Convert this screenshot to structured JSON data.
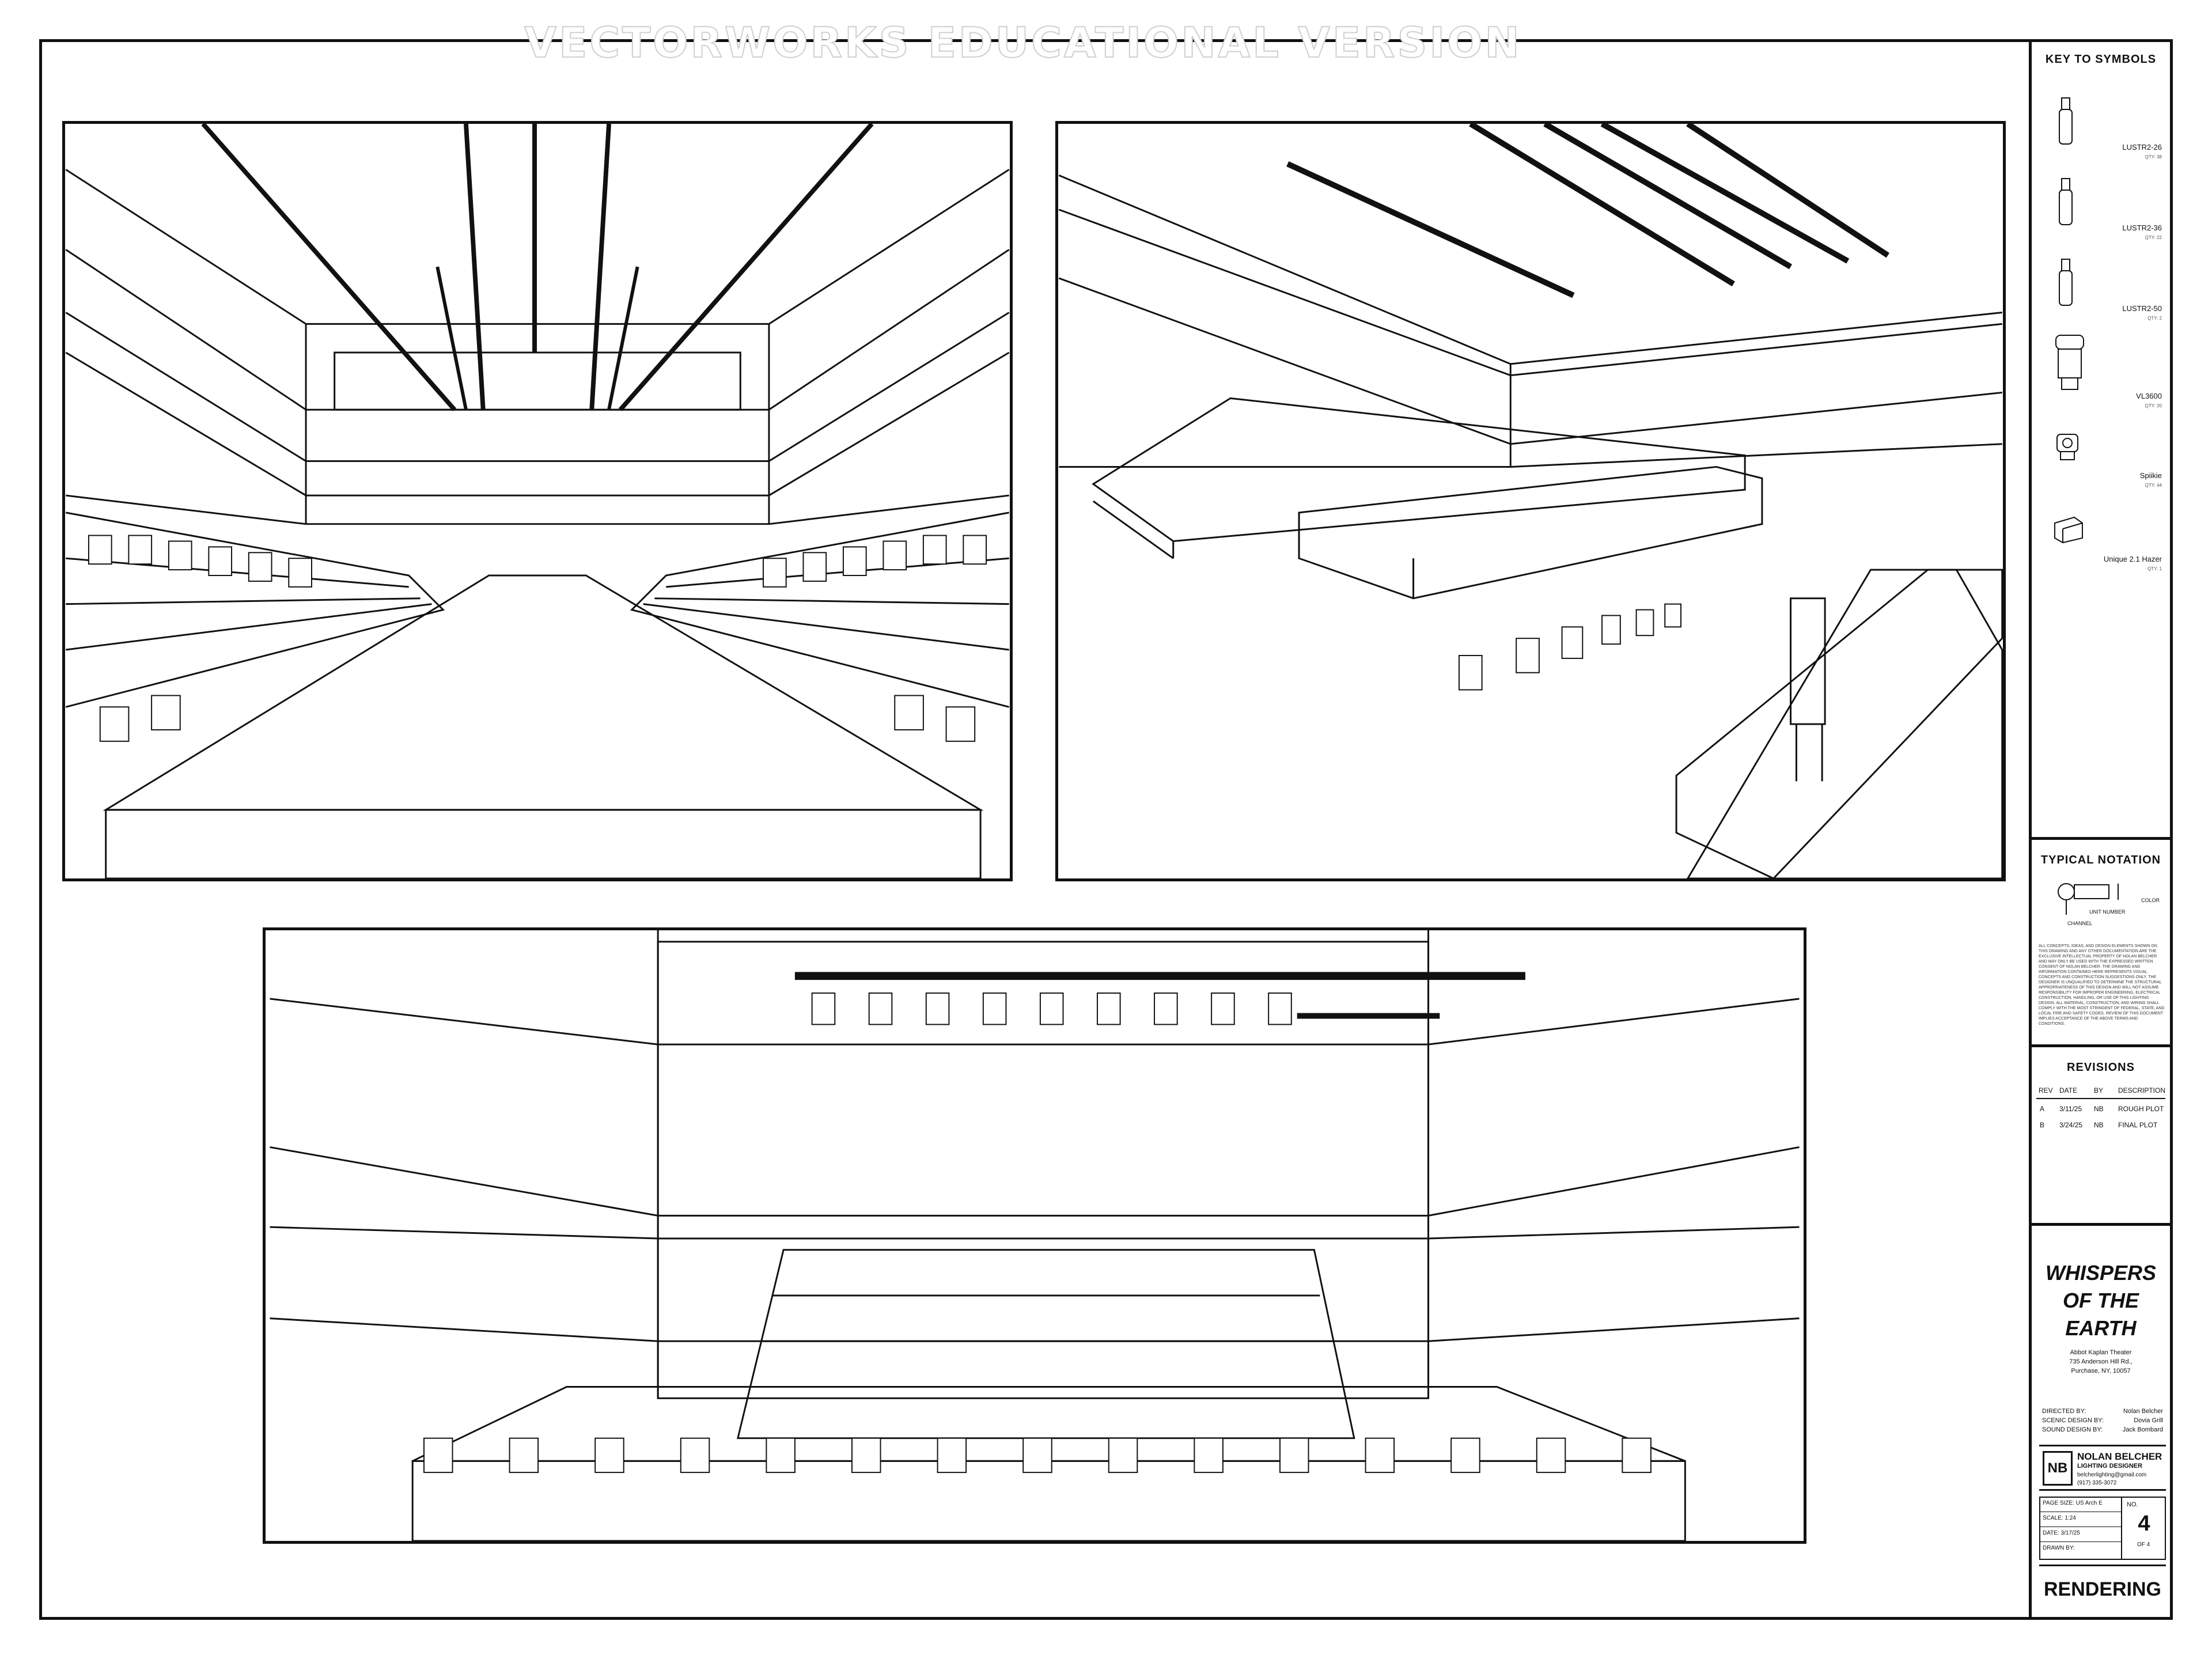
{
  "watermark": "VECTORWORKS EDUCATIONAL VERSION",
  "key_to_symbols": {
    "title": "KEY TO SYMBOLS",
    "items": [
      {
        "label": "LUSTR2-26",
        "qty": "QTY: 38",
        "icon": "ellipsoidal-icon"
      },
      {
        "label": "LUSTR2-36",
        "qty": "QTY: 22",
        "icon": "ellipsoidal-icon"
      },
      {
        "label": "LUSTR2-50",
        "qty": "QTY: 2",
        "icon": "ellipsoidal-icon"
      },
      {
        "label": "VL3600",
        "qty": "QTY: 20",
        "icon": "moving-head-icon"
      },
      {
        "label": "Spiikie",
        "qty": "QTY: 44",
        "icon": "spiikie-icon"
      },
      {
        "label": "Unique 2.1 Hazer",
        "qty": "QTY: 1",
        "icon": "hazer-icon"
      }
    ]
  },
  "typical_notation": {
    "title": "TYPICAL NOTATION",
    "labels": {
      "color": "COLOR",
      "unit_number": "UNIT NUMBER",
      "channel": "CHANNEL"
    }
  },
  "notice": "ALL CONCEPTS, IDEAS, AND DESIGN ELEMENTS SHOWN ON THIS DRAWING AND ANY OTHER DOCUMENTATION ARE THE EXCLUSIVE INTELLECTUAL PROPERTY OF NOLAN BELCHER AND MAY ONLY BE USED WITH THE EXPRESSED WRITTEN CONSENT OF NOLAN BELCHER. THE DRAWING AND INFORMATION CONTAINED HERE REPRESENTS VISUAL CONCEPTS AND CONSTRUCTION SUGGESTIONS ONLY. THE DESIGNER IS UNQUALIFIED TO DETERMINE THE STRUCTURAL APPROPRIATENESS OF THIS DESIGN AND WILL NOT ASSUME RESPONSIBILITY FOR IMPROPER ENGINEERING, ELECTRICAL CONSTRUCTION, HANDLING, OR USE OF THIS LIGHTING DESIGN. ALL MATERIAL, CONSTRUCTION, AND WIRING SHALL COMPLY WITH THE MOST STRINGENT OF FEDERAL, STATE, AND LOCAL FIRE AND SAFETY CODES. REVIEW OF THIS DOCUMENT IMPLIES ACCEPTANCE OF THE ABOVE TERMS AND CONDITIONS.",
  "revisions": {
    "title": "REVISIONS",
    "headers": [
      "REV",
      "DATE",
      "BY",
      "DESCRIPTION"
    ],
    "rows": [
      [
        "A",
        "3/11/25",
        "NB",
        "ROUGH PLOT"
      ],
      [
        "B",
        "3/24/25",
        "NB",
        "FINAL PLOT"
      ]
    ]
  },
  "show": {
    "title_lines": [
      "WHISPERS",
      "OF THE",
      "EARTH"
    ],
    "venue": "Abbot Kaplan Theater",
    "address1": "735 Anderson Hill Rd.,",
    "address2": "Purchase, NY, 10057"
  },
  "credits": [
    {
      "role": "DIRECTED BY:",
      "name": "Nolan Belcher"
    },
    {
      "role": "SCENIC DESIGN BY:",
      "name": "Dovia Grill"
    },
    {
      "role": "SOUND DESIGN BY:",
      "name": "Jack Bombard"
    }
  ],
  "designer": {
    "logo_letters": "NB",
    "name": "NOLAN BELCHER",
    "role": "LIGHTING DESIGNER",
    "email": "belcherlighting@gmail.com",
    "phone": "(917) 335-3072"
  },
  "sheet_info": {
    "page_size": "PAGE SIZE: US Arch E",
    "scale": "SCALE: 1:24",
    "date": "DATE: 3/17/25",
    "drawn_by": "DRAWN BY:",
    "no_label": "NO.",
    "sheet_number": "4",
    "of_label": "OF 4"
  },
  "sheet_title": "RENDERING"
}
